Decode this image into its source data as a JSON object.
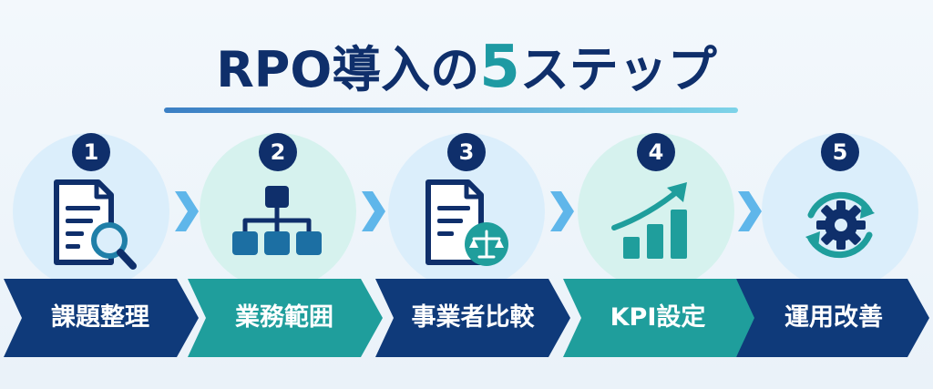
{
  "title": {
    "prefix": "RPO導入の",
    "number": "5",
    "suffix": "ステップ"
  },
  "colors": {
    "navy": "#0f2f6b",
    "teal": "#1f9e9c",
    "circle_blue": "#dbeefb",
    "circle_teal": "#d6f2ee",
    "chevron": "#5fb6ea"
  },
  "steps": [
    {
      "number": "1",
      "label": "課題整理",
      "icon": "document-search-icon"
    },
    {
      "number": "2",
      "label": "業務範囲",
      "icon": "org-chart-icon"
    },
    {
      "number": "3",
      "label": "事業者比較",
      "icon": "document-scale-icon"
    },
    {
      "number": "4",
      "label": "KPI設定",
      "icon": "growth-chart-icon"
    },
    {
      "number": "5",
      "label": "運用改善",
      "icon": "gear-cycle-icon"
    }
  ]
}
